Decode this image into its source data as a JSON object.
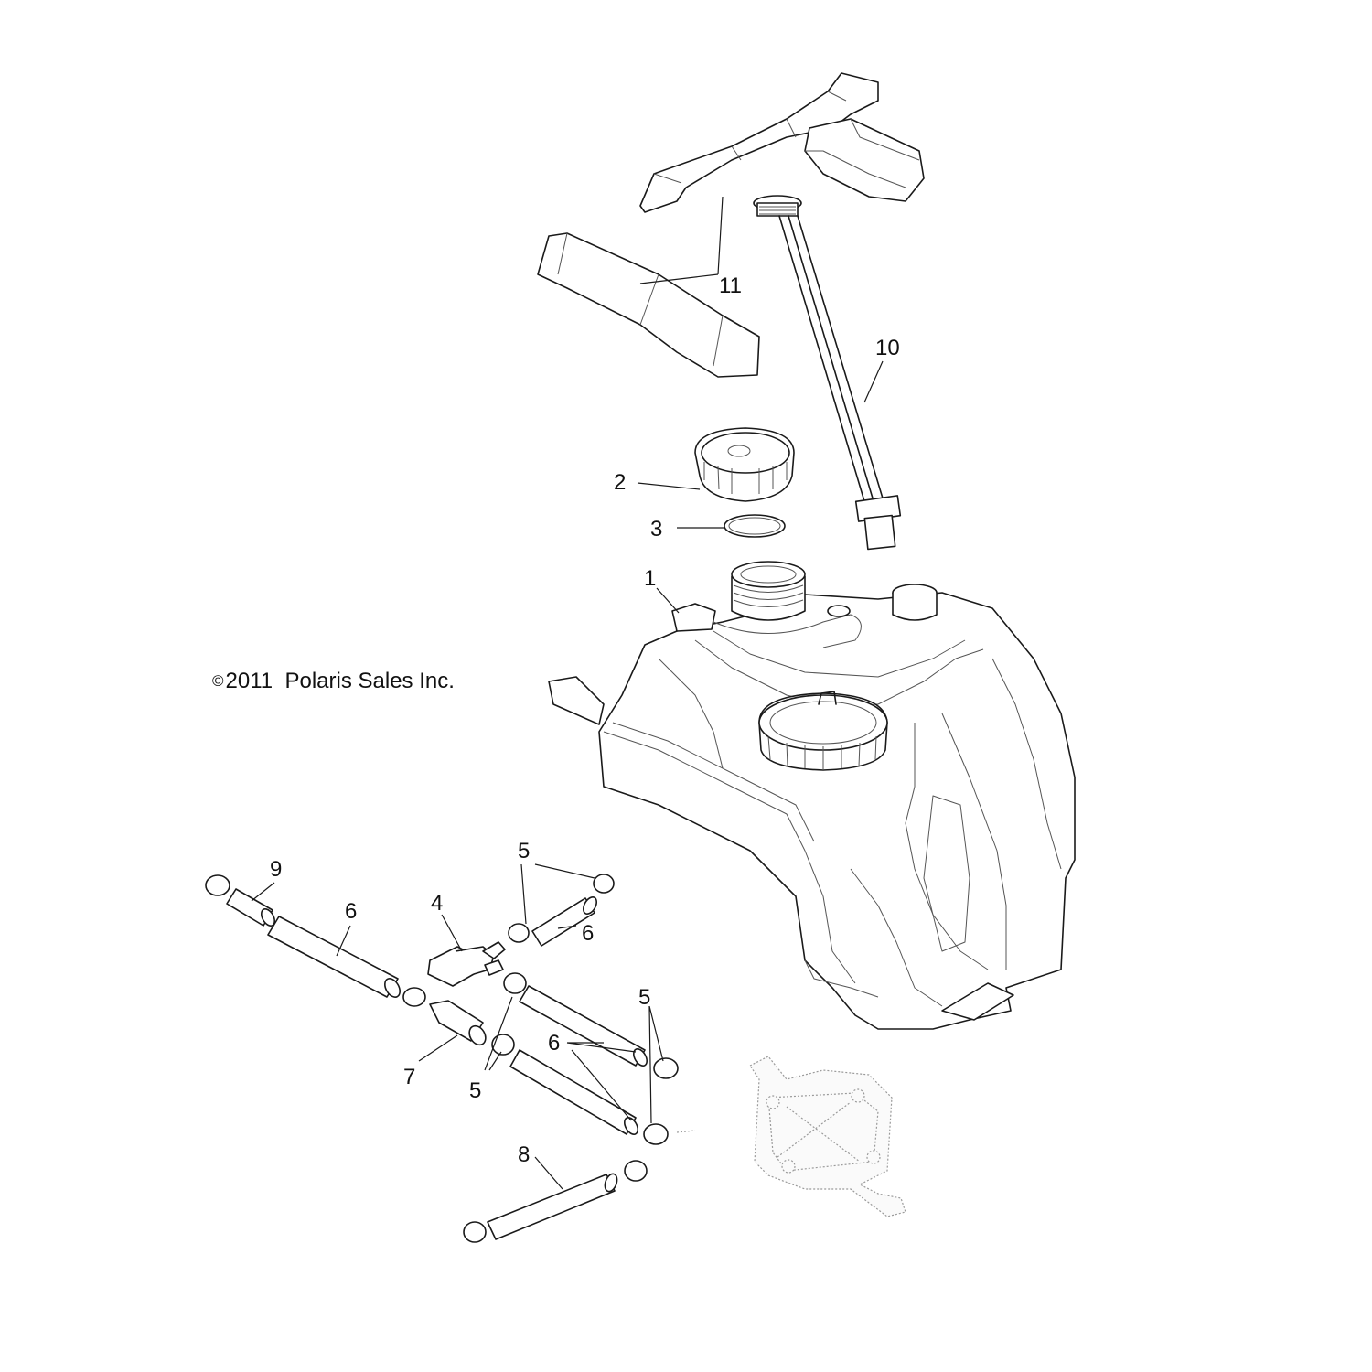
{
  "copyright": {
    "symbol": "©",
    "year": "2011",
    "company": "Polaris Sales Inc."
  },
  "callouts": {
    "c1": "1",
    "c2": "2",
    "c3": "3",
    "c4": "4",
    "c5a": "5",
    "c5b": "5",
    "c5c": "5",
    "c6a": "6",
    "c6b": "6",
    "c6c": "6",
    "c7": "7",
    "c8": "8",
    "c9": "9",
    "c10": "10",
    "c11": "11"
  },
  "colors": {
    "line": "#1a1a1a",
    "background": "#ffffff"
  }
}
